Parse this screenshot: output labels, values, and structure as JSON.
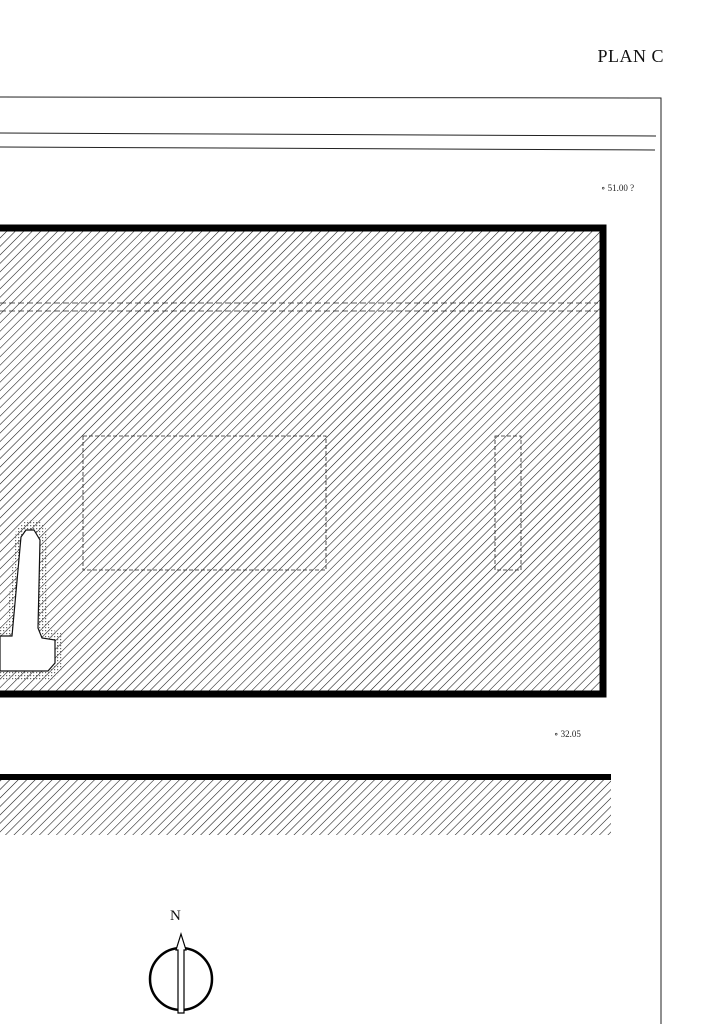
{
  "title": "PLAN C",
  "elevations": {
    "top_right": "∘ 51.00 ?",
    "bottom_right": "∘ 32.05"
  },
  "north_arrow": {
    "label": "N"
  },
  "colors": {
    "ink": "#111111",
    "paper": "#ffffff",
    "stipple": "#777777"
  }
}
